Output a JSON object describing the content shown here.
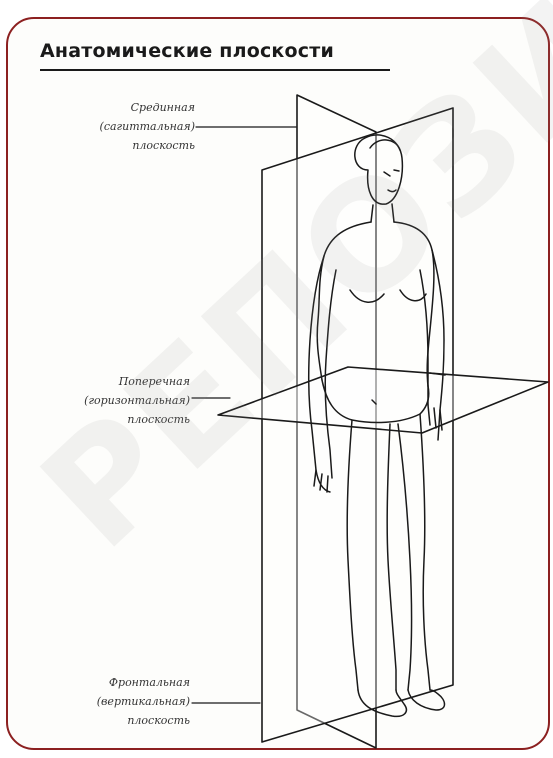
{
  "title": "Анатомические плоскости",
  "labels": {
    "sagittal": [
      "Срединная",
      "(сагиттальная)",
      "плоскость"
    ],
    "transverse": [
      "Поперечная",
      "(горизонтальная)",
      "плоскость"
    ],
    "frontal": [
      "Фронтальная",
      "(вертикальная)",
      "плоскость"
    ]
  },
  "watermark": "РЕПОЗИТОРИЙ БГПУ",
  "colors": {
    "frame": "#8c2020",
    "ink": "#1a1a1a"
  }
}
